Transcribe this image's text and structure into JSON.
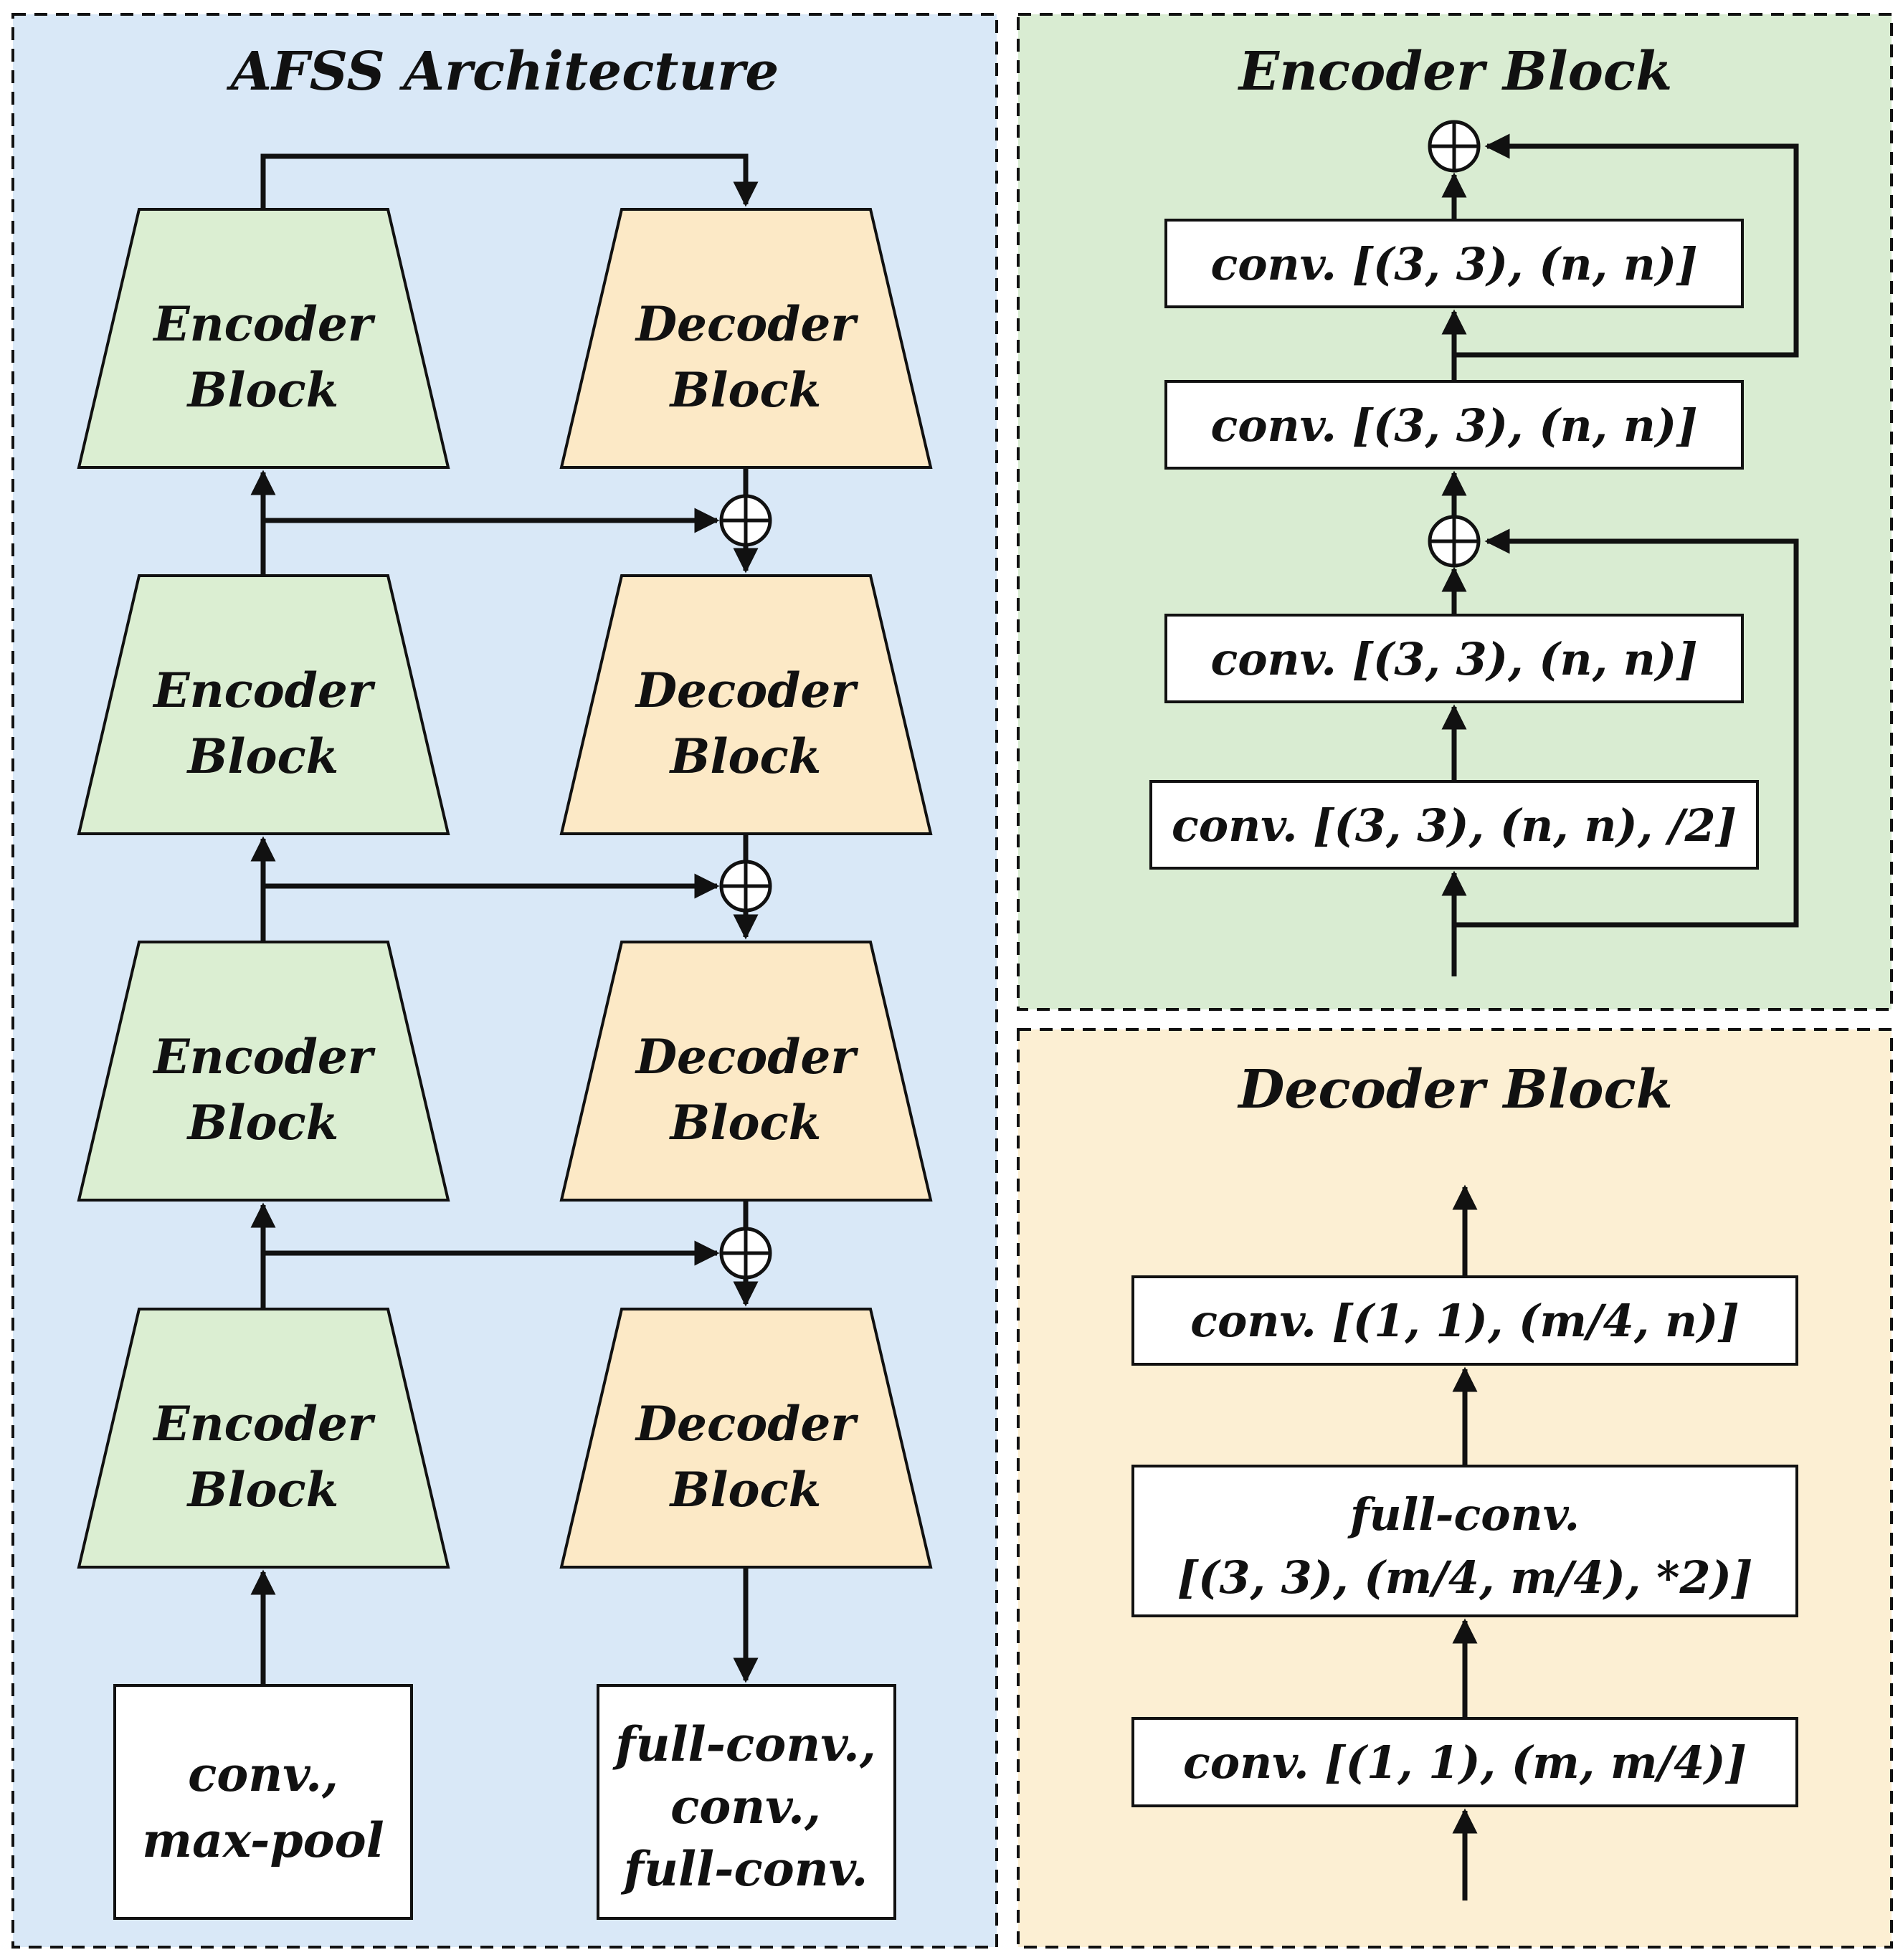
{
  "colors": {
    "panel_blue": "#d9e8f7",
    "panel_green": "#d9ecd2",
    "panel_yellow": "#fcefd3",
    "encoder_fill": "#dbeed2",
    "decoder_fill": "#fce9c6",
    "box_fill": "#ffffff",
    "stroke": "#111111"
  },
  "afss": {
    "title": "AFSS Architecture",
    "encoder_label": [
      "Encoder",
      "Block"
    ],
    "decoder_label": [
      "Decoder",
      "Block"
    ],
    "input_block": [
      "conv.,",
      "max-pool"
    ],
    "output_block": [
      "full-conv.,",
      "conv.,",
      "full-conv."
    ]
  },
  "encoder_block": {
    "title": "Encoder Block",
    "layers": [
      "conv. [(3, 3), (n, n)]",
      "conv. [(3, 3), (n, n)]",
      "conv. [(3, 3), (n, n)]",
      "conv. [(3, 3), (n, n), /2]"
    ]
  },
  "decoder_block": {
    "title": "Decoder Block",
    "layers": [
      "conv. [(1, 1), (m/4, n)]",
      [
        "full-conv.",
        "[(3, 3), (m/4, m/4), *2)]"
      ],
      "conv. [(1, 1), (m, m/4)]"
    ]
  }
}
